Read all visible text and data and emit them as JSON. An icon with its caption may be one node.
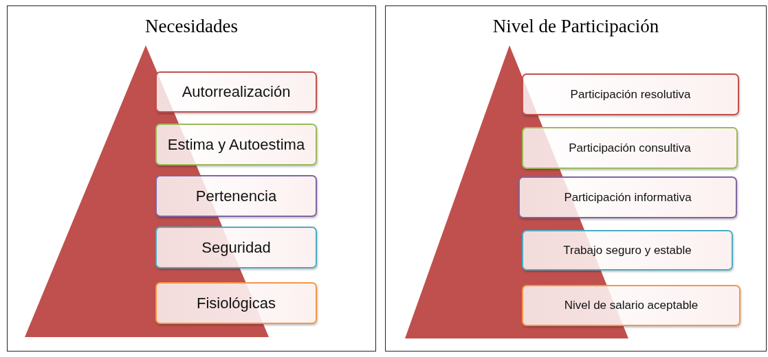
{
  "diagram": {
    "nodes": [
      {
        "text": [
          "Necesidades"
        ]
      },
      {
        "text": [
          "Autorrealización"
        ],
        "in": 0
      },
      {
        "text": [
          "Estima y Autoestima"
        ],
        "in": 0
      },
      {
        "text": [
          "Pertenencia"
        ],
        "in": 0
      },
      {
        "text": [
          "Seguridad"
        ],
        "in": 0
      },
      {
        "text": [
          "Fisiológicas"
        ],
        "in": 0
      },
      {
        "text": [
          "Nivel de Participación"
        ]
      },
      {
        "text": [
          "Participación resolutiva"
        ],
        "in": 6
      },
      {
        "text": [
          "Participación consultiva"
        ],
        "in": 6
      },
      {
        "text": [
          "Participación informativa"
        ],
        "in": 6
      },
      {
        "text": [
          "Trabajo seguro y estable"
        ],
        "in": 6
      },
      {
        "text": [
          "Nivel de salario aceptable"
        ],
        "in": 6
      },
      {
        "text": [],
        "shape": "triangle",
        "in": 0
      },
      {
        "text": [],
        "shape": "triangle",
        "in": 6
      }
    ]
  }
}
